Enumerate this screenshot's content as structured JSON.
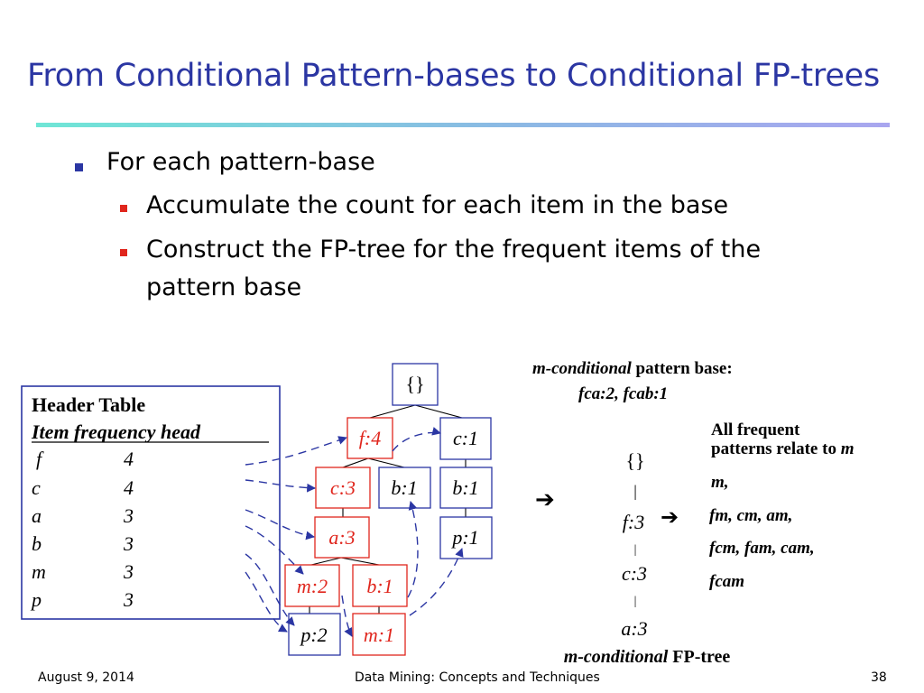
{
  "slide": {
    "title": "From Conditional Pattern-bases to Conditional FP-trees",
    "bullets": {
      "level1": "For each pattern-base",
      "level2": [
        "Accumulate the count for each item in the base",
        "Construct the FP-tree for the frequent items of the",
        "pattern base"
      ]
    }
  },
  "header_table": {
    "title": "Header Table",
    "columns_label": "Item  frequency  head ",
    "rows": [
      {
        "item": "f",
        "freq": "4"
      },
      {
        "item": "c",
        "freq": "4"
      },
      {
        "item": "a",
        "freq": "3"
      },
      {
        "item": "b",
        "freq": "3"
      },
      {
        "item": "m",
        "freq": "3"
      },
      {
        "item": "p",
        "freq": "3"
      }
    ]
  },
  "fp_tree": {
    "root": "{}",
    "nodes": {
      "f4": "f:4",
      "c1": "c:1",
      "c3": "c:3",
      "b1a": "b:1",
      "b1b": "b:1",
      "a3": "a:3",
      "p1": "p:1",
      "m2": "m:2",
      "b1c": "b:1",
      "p2": "p:2",
      "m1": "m:1"
    }
  },
  "conditional_base": {
    "label_italic": "m-conditional",
    "label_rest": " pattern base:",
    "value": "fca:2, fcab:1"
  },
  "conditional_tree": {
    "arrow1": "➔",
    "arrow2": "➔",
    "root": "{}",
    "nodes": [
      "f:3",
      "c:3",
      "a:3"
    ],
    "bar": "|",
    "caption_italic": "m-conditional",
    "caption_rest": " FP-tree"
  },
  "frequent_patterns": {
    "heading_line1": "All frequent",
    "heading_line2": "patterns relate to ",
    "heading_item": "m",
    "lines": [
      "m,",
      "fm, cm, am,",
      "fcm, fam, cam,",
      "fcam"
    ]
  },
  "footer": {
    "date": "August 9, 2014",
    "center": "Data Mining: Concepts and Techniques",
    "page": "38"
  },
  "colors": {
    "title": "#2b36a3",
    "red_node": "#e0261d",
    "blue_node": "#2b36a3"
  }
}
